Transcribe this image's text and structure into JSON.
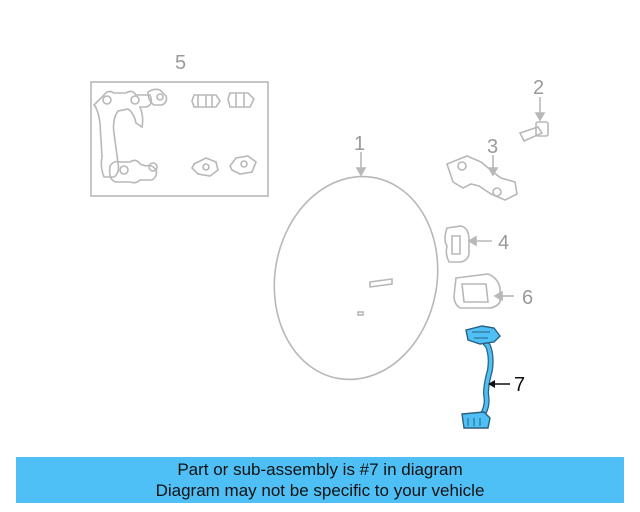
{
  "diagram": {
    "callouts": {
      "c1": "1",
      "c2": "2",
      "c3": "3",
      "c4": "4",
      "c5": "5",
      "c6": "6",
      "c7": "7"
    },
    "highlighted_part": "7",
    "colors": {
      "highlight": "#4ec0f5",
      "outline_grey": "#b8b8b8",
      "banner": "#4ec0f5"
    }
  },
  "banner": {
    "line1": "Part or sub-assembly is #7 in diagram",
    "line2": "Diagram may not be specific to your vehicle"
  }
}
